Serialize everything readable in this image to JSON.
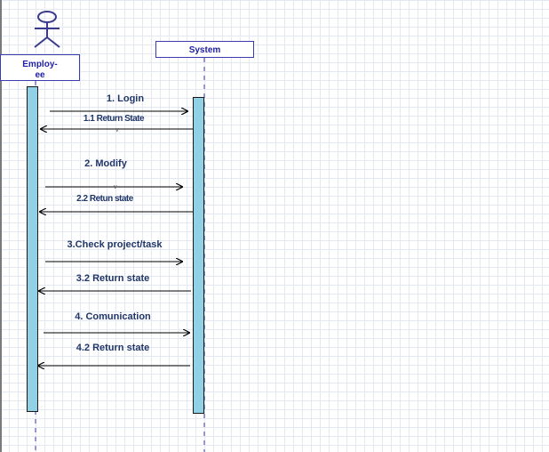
{
  "actor": {
    "label": "Employ-ee"
  },
  "system": {
    "label": "System"
  },
  "messages": [
    {
      "label": "1. Login"
    },
    {
      "label": "1.1 Return State"
    },
    {
      "label": "2. Modify"
    },
    {
      "label": "2.2 Retun state"
    },
    {
      "label": "3.Check project/task"
    },
    {
      "label": "3.2 Return state"
    },
    {
      "label": "4. Comunication"
    },
    {
      "label": "4.2 Return state"
    }
  ],
  "colors": {
    "lifeline": "#3a3ab8",
    "activation_fill": "#91d1e6",
    "label_text": "#1f3569",
    "box_text": "#2020a8",
    "grid": "#e4e8f0"
  }
}
